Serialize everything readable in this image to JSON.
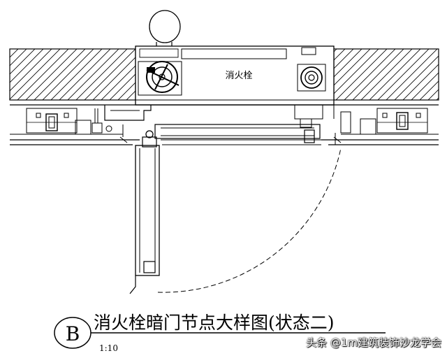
{
  "diagram": {
    "box_label": "消火栓",
    "title": "消火栓暗门节点大样图(状态二)",
    "callout_letter": "B",
    "scale": "1:10"
  },
  "watermark": {
    "text": "头条 @1m建筑装饰沙龙学会"
  },
  "colors": {
    "line": "#000000",
    "background": "#ffffff"
  }
}
